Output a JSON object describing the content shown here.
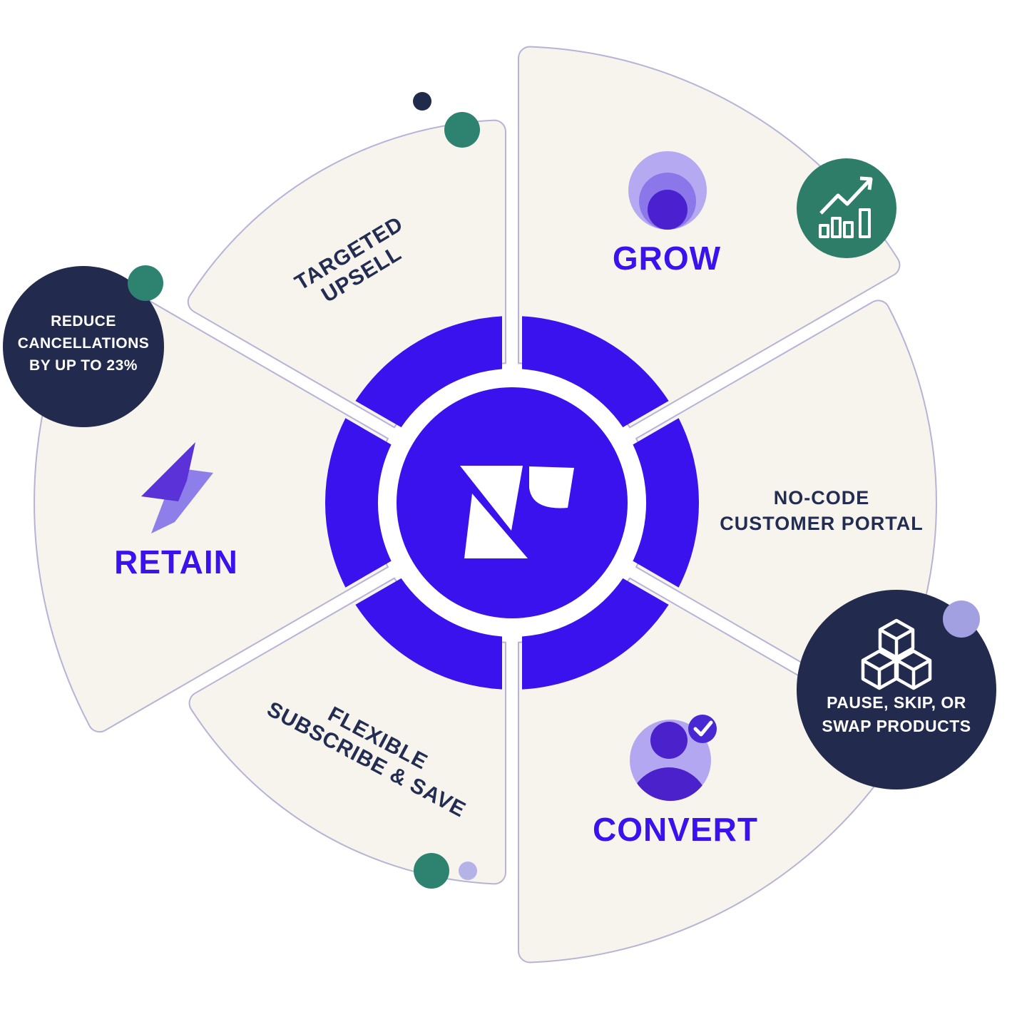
{
  "palette": {
    "brand_blue": "#3a12ee",
    "wedge_cream": "#f7f4ee",
    "wedge_border": "#b6b3d6",
    "navy": "#222b4e",
    "navy_text": "#232d52",
    "teal": "#2e8270",
    "teal_icon_circle": "#2d7d68",
    "lavender": "#a3a0e2",
    "lavender_light": "#b5b2e7",
    "funnel_light": "#b5a9f2",
    "funnel_mid": "#8b76ea",
    "funnel_dark": "#4b20cf",
    "bolt_dark": "#5b32d8",
    "bolt_light": "#8d7ee9",
    "person_bg": "#b4a7f1",
    "person_fg": "#4a21ca",
    "badge_purple": "#4828d2",
    "white": "#ffffff"
  },
  "logo": {
    "name": "recharge-logo"
  },
  "wedges": {
    "grow": {
      "label": "GROW",
      "icon": "funnel-circles-icon",
      "badge_icon": "growth-chart-icon"
    },
    "no_code": {
      "label_line1": "NO-CODE",
      "label_line2": "CUSTOMER PORTAL"
    },
    "convert": {
      "label": "CONVERT",
      "icon": "person-check-icon"
    },
    "flexible": {
      "label_line1": "FLEXIBLE",
      "label_line2": "SUBSCRIBE & SAVE"
    },
    "retain": {
      "label": "RETAIN",
      "icon": "lightning-bolt-icon"
    },
    "targeted": {
      "label_line1": "TARGETED",
      "label_line2": "UPSELL"
    }
  },
  "callouts": {
    "reduce_cancellations": {
      "line1": "REDUCE",
      "line2": "CANCELLATIONS",
      "line3": "BY UP TO 23%"
    },
    "pause_skip_swap": {
      "icon": "cubes-icon",
      "line1": "PAUSE, SKIP, OR",
      "line2": "SWAP PRODUCTS"
    }
  },
  "decorations": [
    "navy-dot",
    "teal-dot-top",
    "teal-dot-bottom",
    "lavender-dot-bottom",
    "teal-satellite",
    "lavender-satellite"
  ]
}
